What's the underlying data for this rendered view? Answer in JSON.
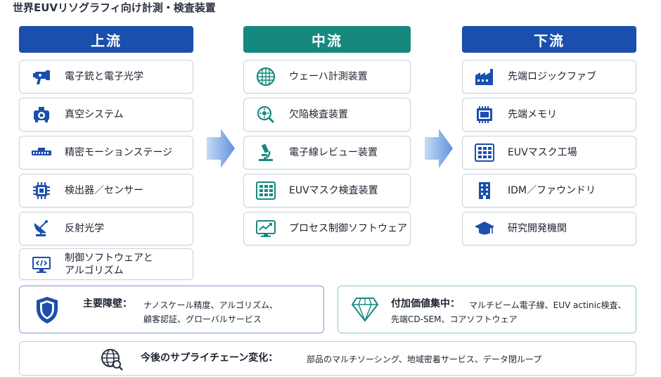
{
  "title": "世界EUVリソグラフィ向け計測・検査装置",
  "columns": [
    {
      "header": "上流",
      "items": [
        {
          "label": "電子銃と電子光学",
          "icon": "electron-gun-icon"
        },
        {
          "label": "真空システム",
          "icon": "vacuum-pump-icon"
        },
        {
          "label": "精密モーションステージ",
          "icon": "motion-stage-icon"
        },
        {
          "label": "検出器／センサー",
          "icon": "chip-sensor-icon"
        },
        {
          "label": "反射光学",
          "icon": "satellite-dish-icon"
        },
        {
          "label": "制御ソフトウェアと\nアルゴリズム",
          "icon": "code-monitor-icon"
        }
      ]
    },
    {
      "header": "中流",
      "items": [
        {
          "label": "ウェーハ計測装置",
          "icon": "wafer-icon"
        },
        {
          "label": "欠陥検査装置",
          "icon": "defect-search-icon"
        },
        {
          "label": "電子線レビュー装置",
          "icon": "microscope-icon"
        },
        {
          "label": "EUVマスク検査装置",
          "icon": "mask-grid-icon"
        },
        {
          "label": "プロセス制御ソフトウェア",
          "icon": "trend-monitor-icon"
        }
      ]
    },
    {
      "header": "下流",
      "items": [
        {
          "label": "先端ロジックファブ",
          "icon": "factory-icon"
        },
        {
          "label": "先端メモリ",
          "icon": "memory-chip-icon"
        },
        {
          "label": "EUVマスク工場",
          "icon": "mask-grid-icon"
        },
        {
          "label": "IDM／ファウンドリ",
          "icon": "building-icon"
        },
        {
          "label": "研究開発機関",
          "icon": "graduation-cap-icon"
        }
      ]
    }
  ],
  "barriers": {
    "key": "主要障壁：",
    "line1": "ナノスケール精度、アルゴリズム、",
    "line2": "顧客認証、グローバルサービス",
    "icon": "shield-icon"
  },
  "value": {
    "key": "付加価値集中：",
    "line1": "マルチビーム電子線、EUV actinic検査、",
    "line2": "先端CD-SEM、コアソフトウェア",
    "icon": "diamond-icon"
  },
  "supply": {
    "key": "今後のサプライチェーン変化：",
    "text": "部品のマルチソーシング、地域密着サービス、データ閉ループ",
    "icon": "globe-search-icon"
  },
  "colors": {
    "blue": "#1b4fae",
    "teal": "#16897f",
    "arrow": "#5f93dc"
  }
}
